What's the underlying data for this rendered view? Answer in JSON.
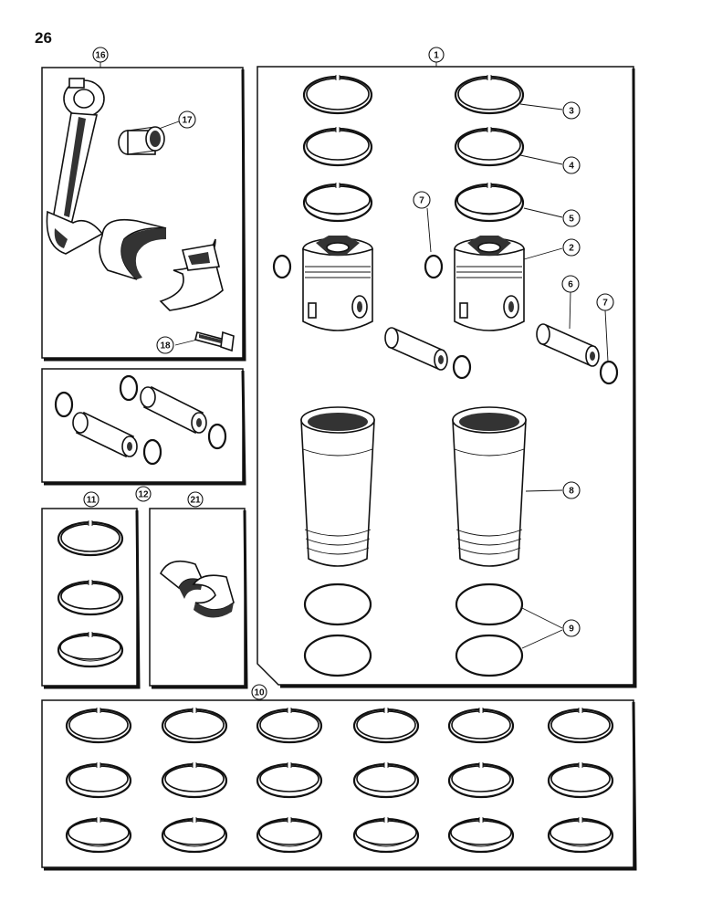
{
  "page": {
    "number": "26"
  },
  "callouts": {
    "c1": "1",
    "c2": "2",
    "c3": "3",
    "c4": "4",
    "c5": "5",
    "c6": "6",
    "c7a": "7",
    "c7b": "7",
    "c8": "8",
    "c9": "9",
    "c10": "10",
    "c11": "11",
    "c12": "12",
    "c16": "16",
    "c17": "17",
    "c18": "18",
    "c21": "21"
  },
  "groups": {
    "connecting_rod_kit": "16",
    "piston_pin_kit": "12",
    "ring_set": "11",
    "main_bearing_set": "21",
    "cylinder_kit": "1",
    "ring_assortment": "10"
  },
  "icons": [
    "piston-ring-icon",
    "piston-icon",
    "piston-pin-icon",
    "snap-ring-icon",
    "cylinder-sleeve-icon",
    "o-ring-icon",
    "connecting-rod-icon",
    "bushing-icon",
    "bearing-shell-icon",
    "bolt-icon"
  ]
}
